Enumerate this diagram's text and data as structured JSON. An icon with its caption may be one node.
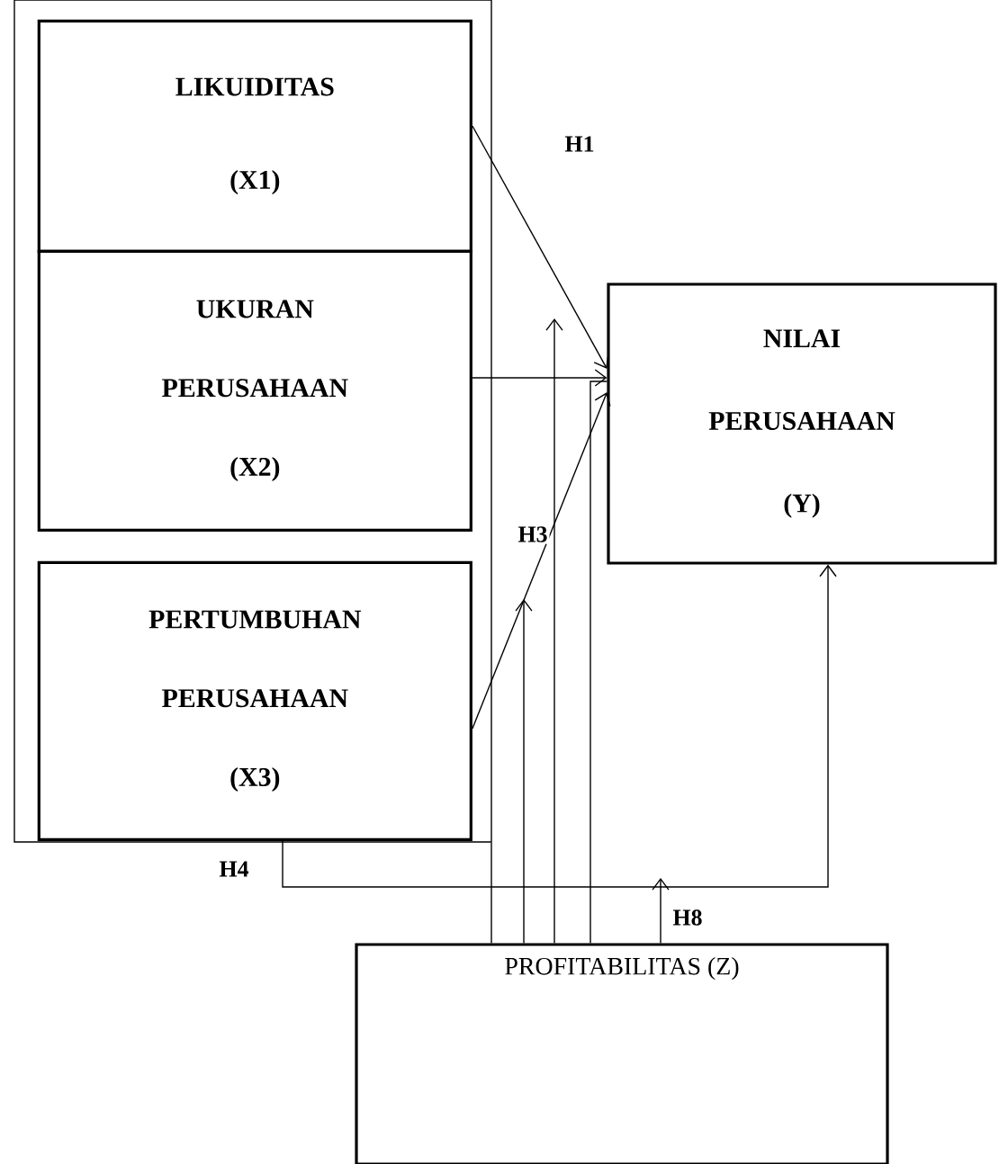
{
  "diagram": {
    "nodes": [
      {
        "text": [],
        "shape": "box"
      },
      {
        "text": [
          "LIKUIDITAS (X1)"
        ],
        "in": 0
      },
      {
        "text": [
          "UKURAN PERUSAHAAN (X2)"
        ],
        "in": 0
      },
      {
        "text": [
          "PERTUMBUHAN PERUSAHAAN (X3)"
        ],
        "in": 0
      },
      {
        "text": [
          "NILAI PERUSAHAAN (Y)"
        ]
      },
      {
        "text": [
          "PROFITABILITAS (Z)"
        ]
      }
    ],
    "edges": [
      {
        "from": 1,
        "to": 4,
        "arrow": "to",
        "label": "H1"
      },
      {
        "from": 2,
        "to": 4,
        "arrow": "to"
      },
      {
        "from": 3,
        "to": 4,
        "arrow": "to"
      },
      {
        "from": 3,
        "to": 4,
        "arrow": "to",
        "label": "H4"
      },
      {
        "from": 5,
        "to": null,
        "arrow": "to"
      },
      {
        "from": 5,
        "to": null,
        "arrow": "to",
        "label": "H3"
      },
      {
        "from": 5,
        "to": 4,
        "arrow": "none"
      },
      {
        "from": 5,
        "to": null,
        "arrow": "to",
        "label": "H8"
      },
      {
        "from": 5,
        "to": 0,
        "arrow": "none"
      }
    ]
  }
}
